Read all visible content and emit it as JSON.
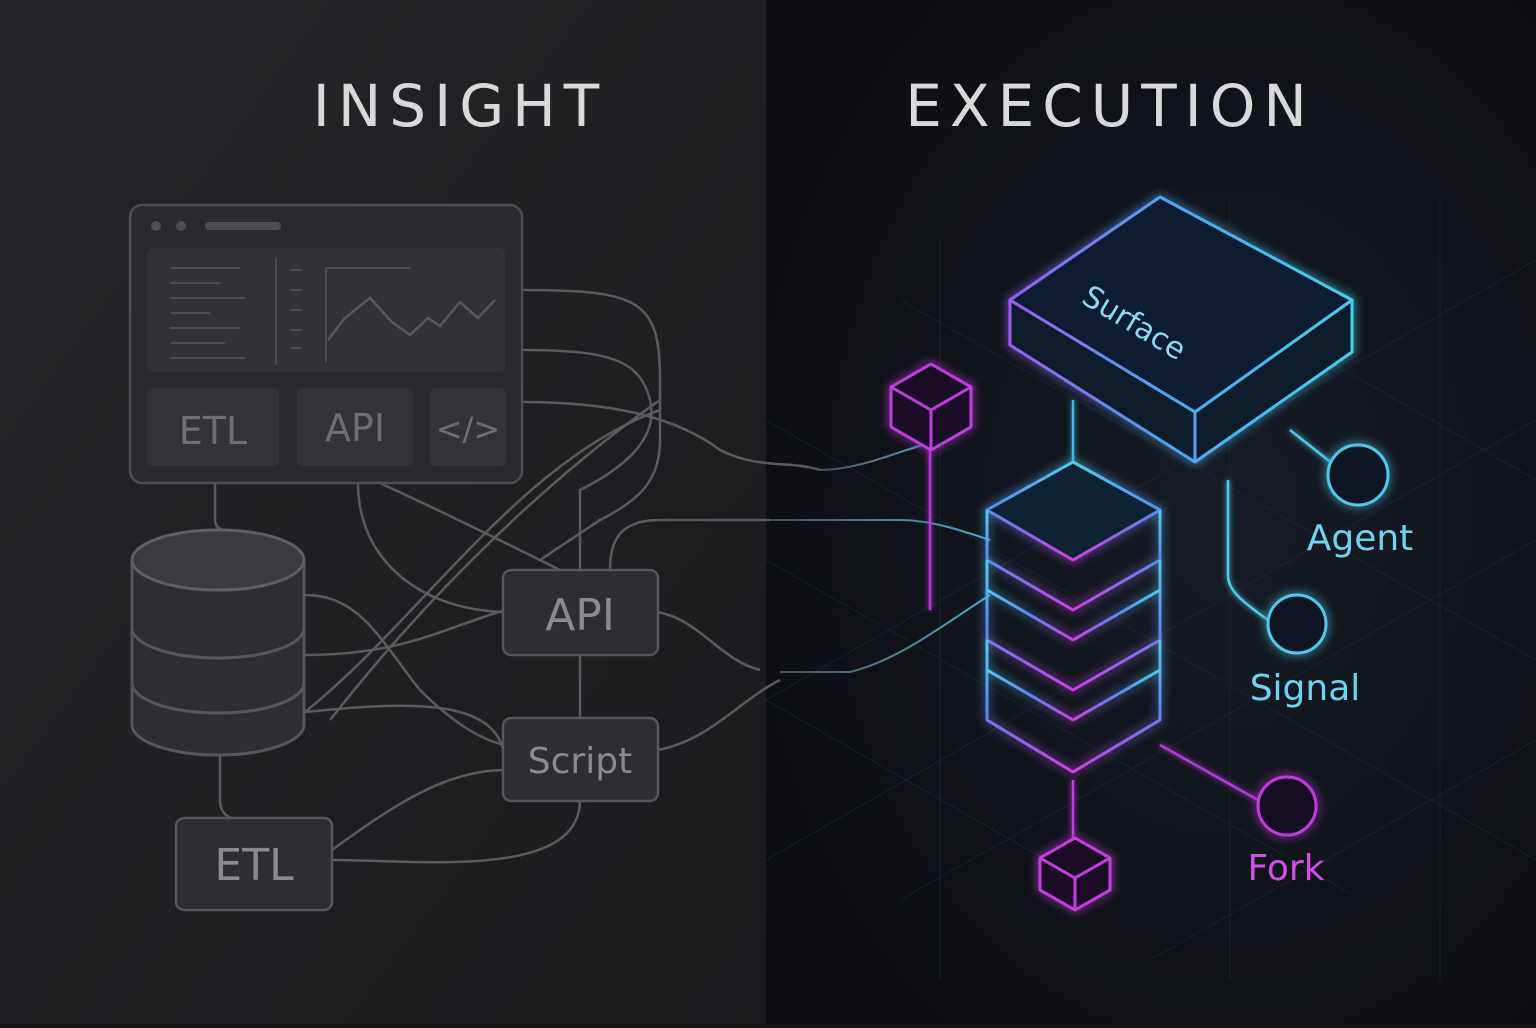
{
  "panels": {
    "left": {
      "title": "INSIGHT"
    },
    "right": {
      "title": "EXECUTION"
    }
  },
  "left": {
    "dashboard": {
      "etl_label": "ETL",
      "api_label": "API",
      "code_label": "</>"
    },
    "api_box_label": "API",
    "script_box_label": "Script",
    "etl_box_label": "ETL"
  },
  "right": {
    "surface_label": "Surface",
    "agent_label": "Agent",
    "signal_label": "Signal",
    "fork_label": "Fork"
  },
  "colors": {
    "left_bg": "#202023",
    "right_bg": "#0f1116",
    "cyan": "#4fc9ec",
    "magenta": "#c23be0",
    "violet": "#8a55f0",
    "line_gray": "#5b5b5e"
  }
}
